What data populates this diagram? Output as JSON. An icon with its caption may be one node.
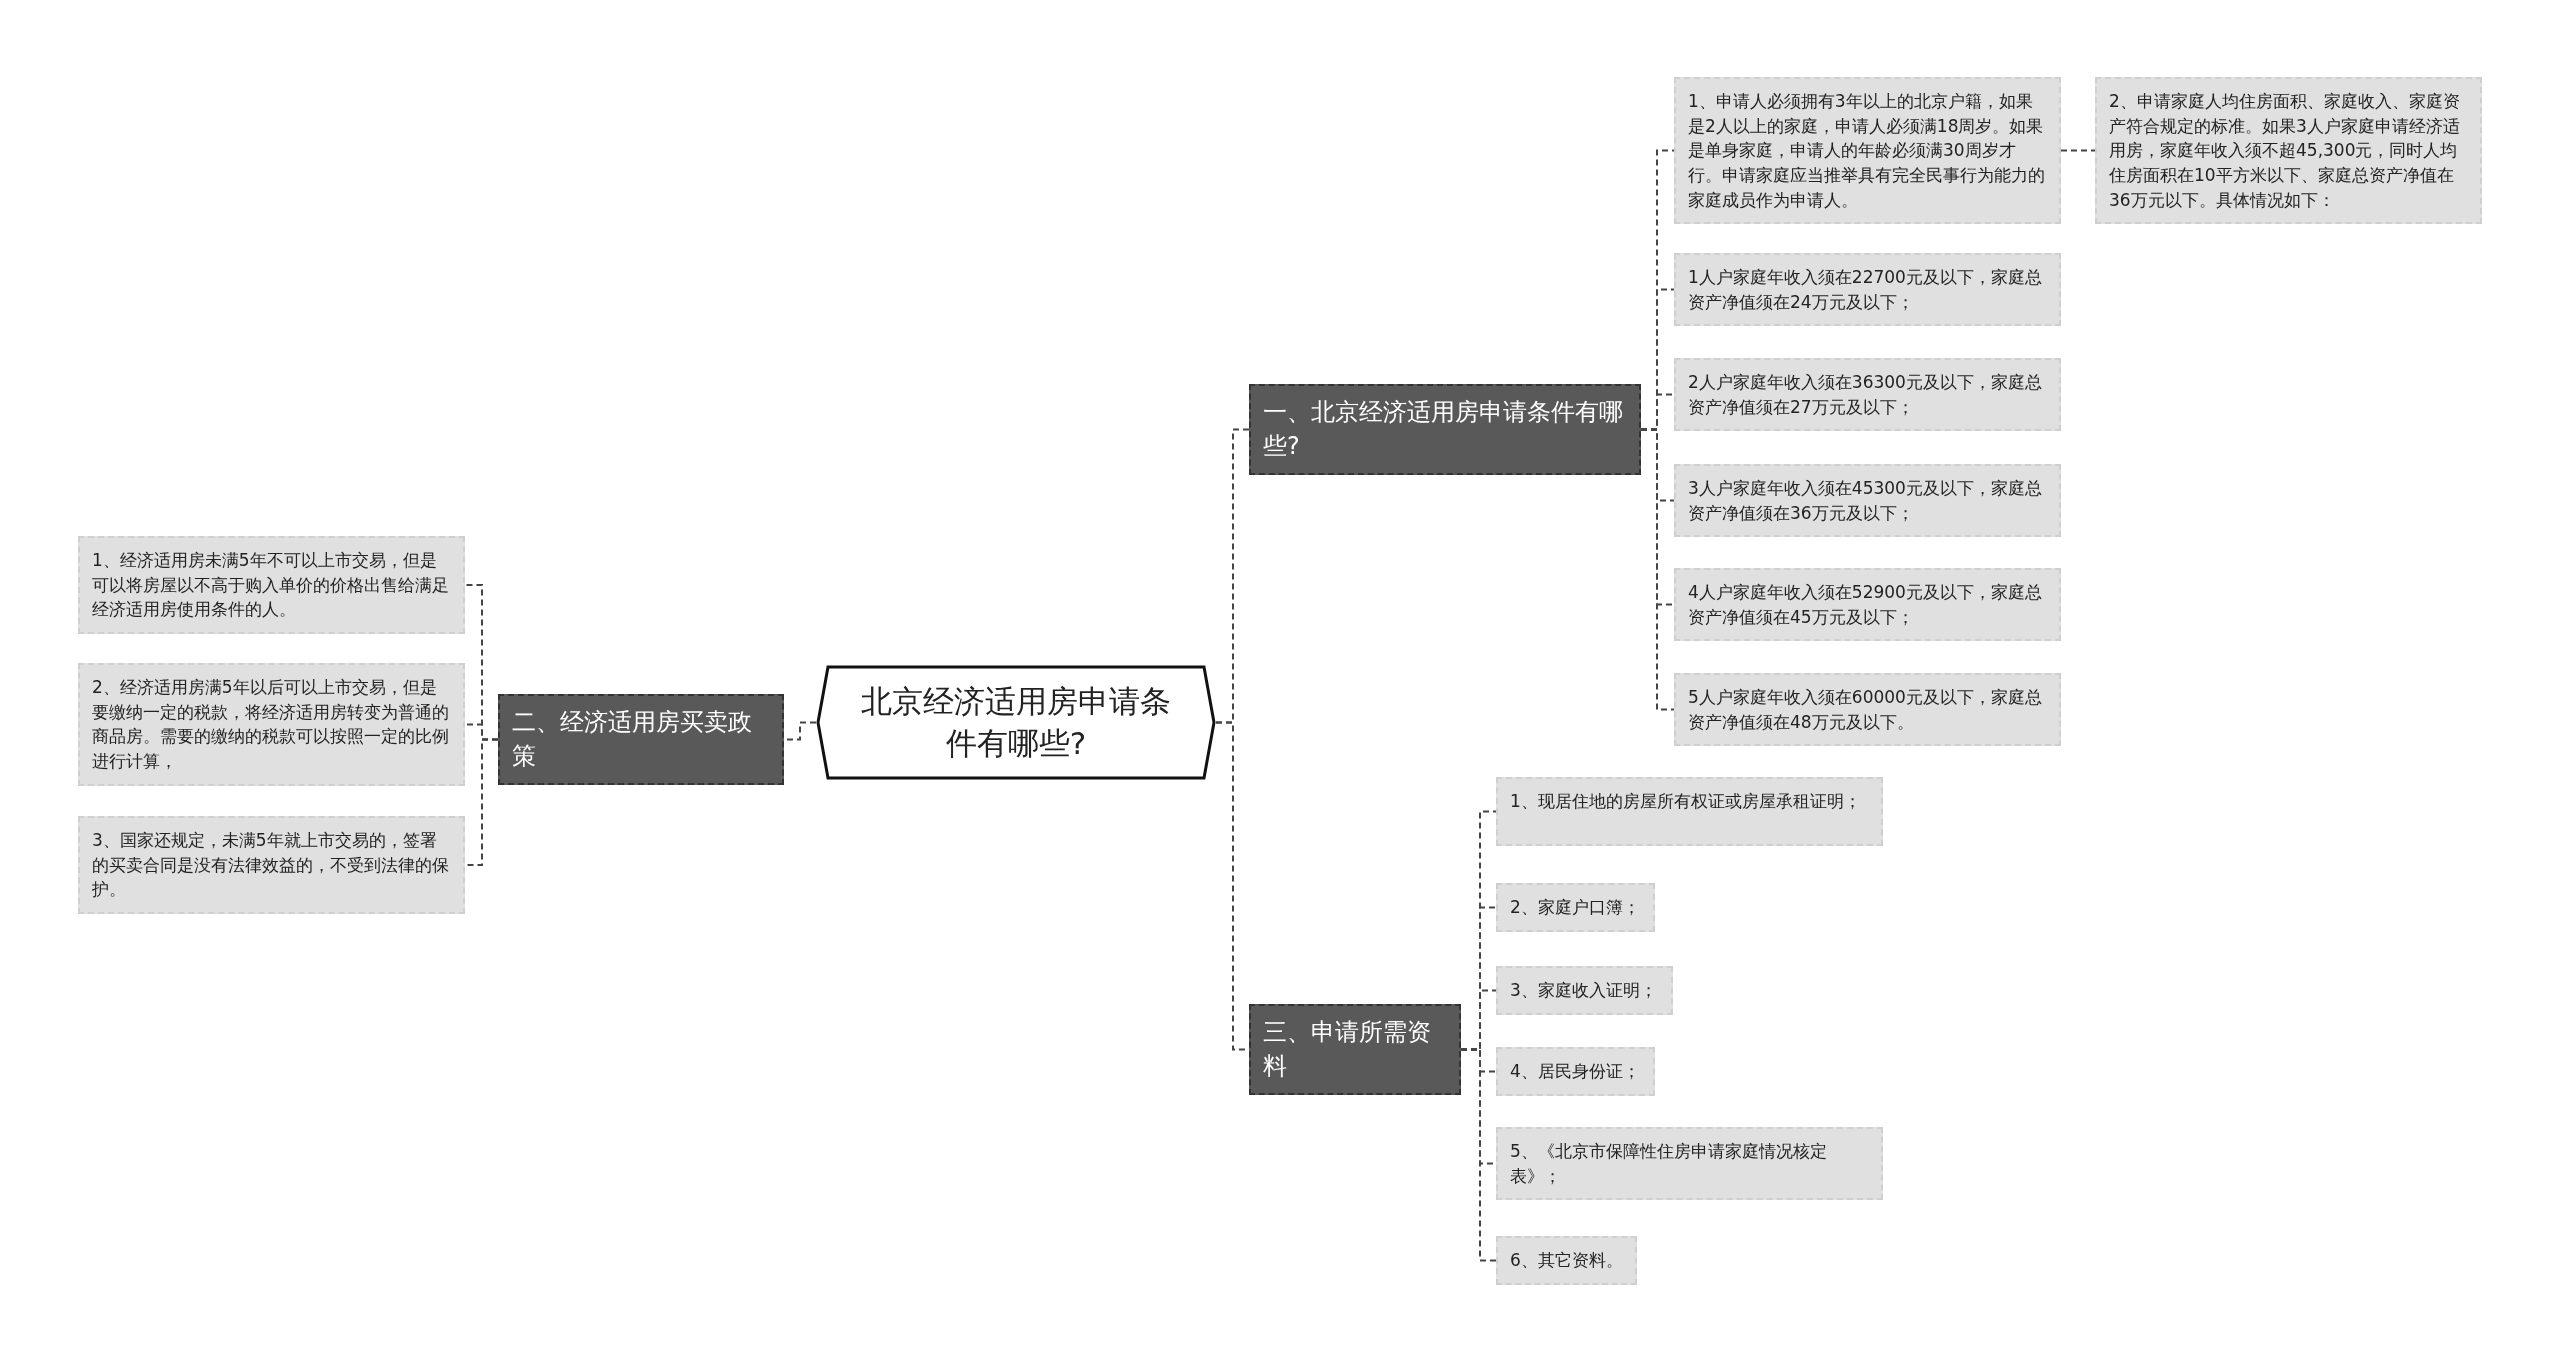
{
  "diagram": {
    "nodes": [
      {
        "text": [
          "北京经济适用房申请条件有哪些?"
        ]
      },
      {
        "text": [
          "一、北京经济适用房申请条件有哪些?"
        ]
      },
      {
        "text": [
          "二、经济适用房买卖政策"
        ]
      },
      {
        "text": [
          "三、申请所需资料"
        ]
      },
      {
        "text": [
          "1、申请人必须拥有3年以上的北京户籍，如果是2人以上的家庭，申请人必须满18周岁。如果是单身家庭，申请人的年龄必须满30周岁才行。申请家庭应当推举具有完全民事行为能力的家庭成员作为申请人。"
        ]
      },
      {
        "text": [
          "2、申请家庭人均住房面积、家庭收入、家庭资产符合规定的标准。如果3人户家庭申请经济适用房，家庭年收入须不超45,300元，同时人均住房面积在10平方米以下、家庭总资产净值在36万元以下。具体情况如下："
        ]
      },
      {
        "text": [
          "1人户家庭年收入须在22700元及以下，家庭总资产净值须在24万元及以下；"
        ]
      },
      {
        "text": [
          "2人户家庭年收入须在36300元及以下，家庭总资产净值须在27万元及以下；"
        ]
      },
      {
        "text": [
          "3人户家庭年收入须在45300元及以下，家庭总资产净值须在36万元及以下；"
        ]
      },
      {
        "text": [
          "4人户家庭年收入须在52900元及以下，家庭总资产净值须在45万元及以下；"
        ]
      },
      {
        "text": [
          "5人户家庭年收入须在60000元及以下，家庭总资产净值须在48万元及以下。"
        ]
      },
      {
        "text": [
          "1、经济适用房未满5年不可以上市交易，但是可以将房屋以不高于购入单价的价格出售给满足经济适用房使用条件的人。"
        ]
      },
      {
        "text": [
          "2、经济适用房满5年以后可以上市交易，但是要缴纳一定的税款，将经济适用房转变为普通的商品房。需要的缴纳的税款可以按照一定的比例进行计算，"
        ]
      },
      {
        "text": [
          "3、国家还规定，未满5年就上市交易的，签署的买卖合同是没有法律效益的，不受到法律的保护。"
        ]
      },
      {
        "text": [
          "1、现居住地的房屋所有权证或房屋承租证明；"
        ]
      },
      {
        "text": [
          "2、家庭户口簿；"
        ]
      },
      {
        "text": [
          "3、家庭收入证明；"
        ]
      },
      {
        "text": [
          "4、居民身份证；"
        ]
      },
      {
        "text": [
          "5、《北京市保障性住房申请家庭情况核定表》；"
        ]
      },
      {
        "text": [
          "6、其它资料。"
        ]
      }
    ],
    "edges": [
      {
        "from": 0,
        "to": 1,
        "arrow": "none",
        "style": "dashed"
      },
      {
        "from": 0,
        "to": 2,
        "arrow": "none",
        "style": "dashed"
      },
      {
        "from": 0,
        "to": 3,
        "arrow": "none",
        "style": "dashed"
      },
      {
        "from": 1,
        "to": 4,
        "arrow": "none",
        "style": "dashed"
      },
      {
        "from": 4,
        "to": 5,
        "arrow": "none",
        "style": "dashed"
      },
      {
        "from": 1,
        "to": 6,
        "arrow": "none",
        "style": "dashed"
      },
      {
        "from": 1,
        "to": 7,
        "arrow": "none",
        "style": "dashed"
      },
      {
        "from": 1,
        "to": 8,
        "arrow": "none",
        "style": "dashed"
      },
      {
        "from": 1,
        "to": 9,
        "arrow": "none",
        "style": "dashed"
      },
      {
        "from": 1,
        "to": 10,
        "arrow": "none",
        "style": "dashed"
      },
      {
        "from": 2,
        "to": 11,
        "arrow": "none",
        "style": "dashed"
      },
      {
        "from": 2,
        "to": 12,
        "arrow": "none",
        "style": "dashed"
      },
      {
        "from": 2,
        "to": 13,
        "arrow": "none",
        "style": "dashed"
      },
      {
        "from": 3,
        "to": 14,
        "arrow": "none",
        "style": "dashed"
      },
      {
        "from": 3,
        "to": 15,
        "arrow": "none",
        "style": "dashed"
      },
      {
        "from": 3,
        "to": 16,
        "arrow": "none",
        "style": "dashed"
      },
      {
        "from": 3,
        "to": 17,
        "arrow": "none",
        "style": "dashed"
      },
      {
        "from": 3,
        "to": 18,
        "arrow": "none",
        "style": "dashed"
      },
      {
        "from": 3,
        "to": 19,
        "arrow": "none",
        "style": "dashed"
      }
    ]
  }
}
